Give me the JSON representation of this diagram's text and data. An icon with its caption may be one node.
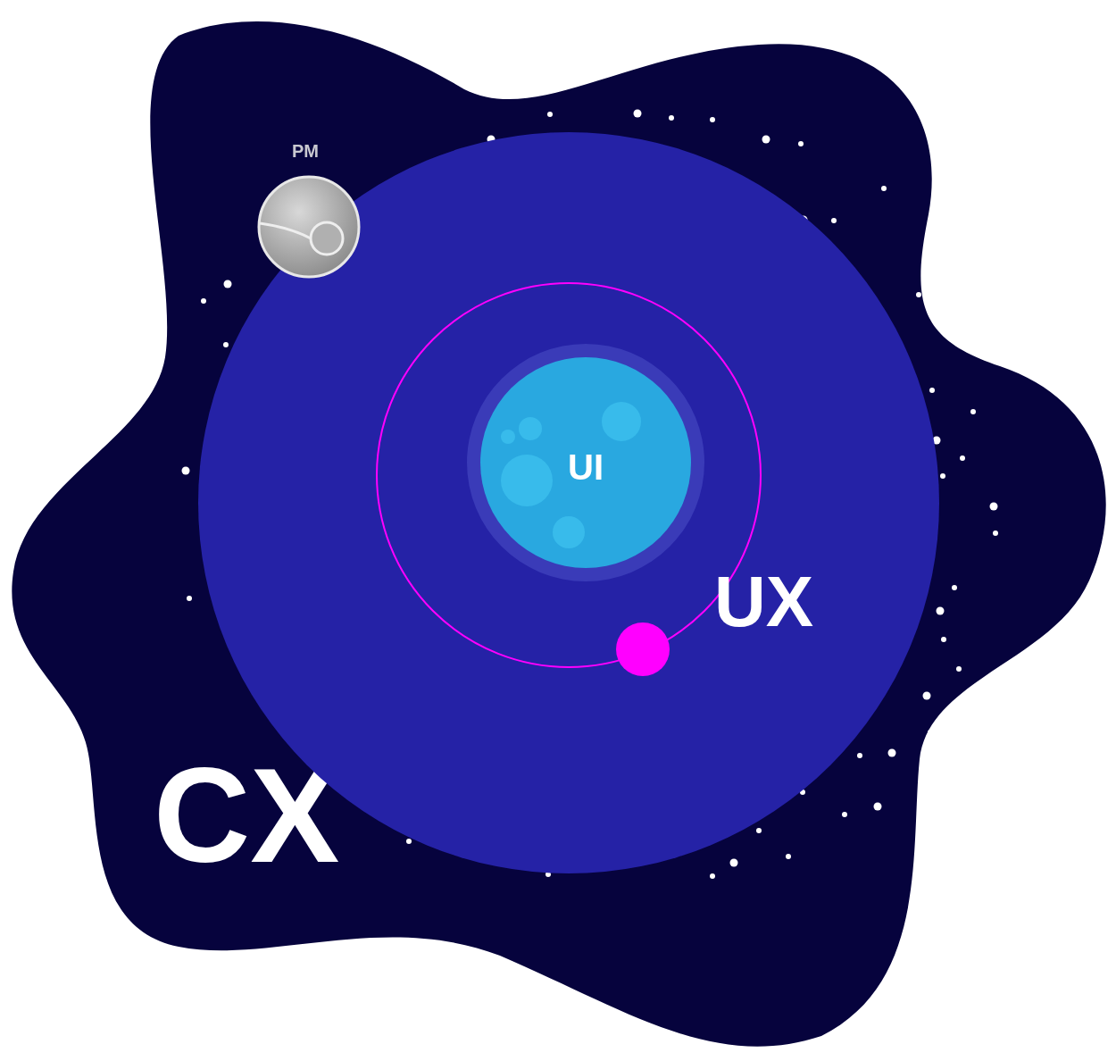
{
  "diagram": {
    "nodes": [
      {
        "text": [
          "CX"
        ]
      },
      {
        "text": [
          "UX"
        ],
        "in": 0
      },
      {
        "text": [
          "UI"
        ],
        "in": 1
      },
      {
        "text": [
          "PM"
        ],
        "in": 0
      }
    ]
  }
}
